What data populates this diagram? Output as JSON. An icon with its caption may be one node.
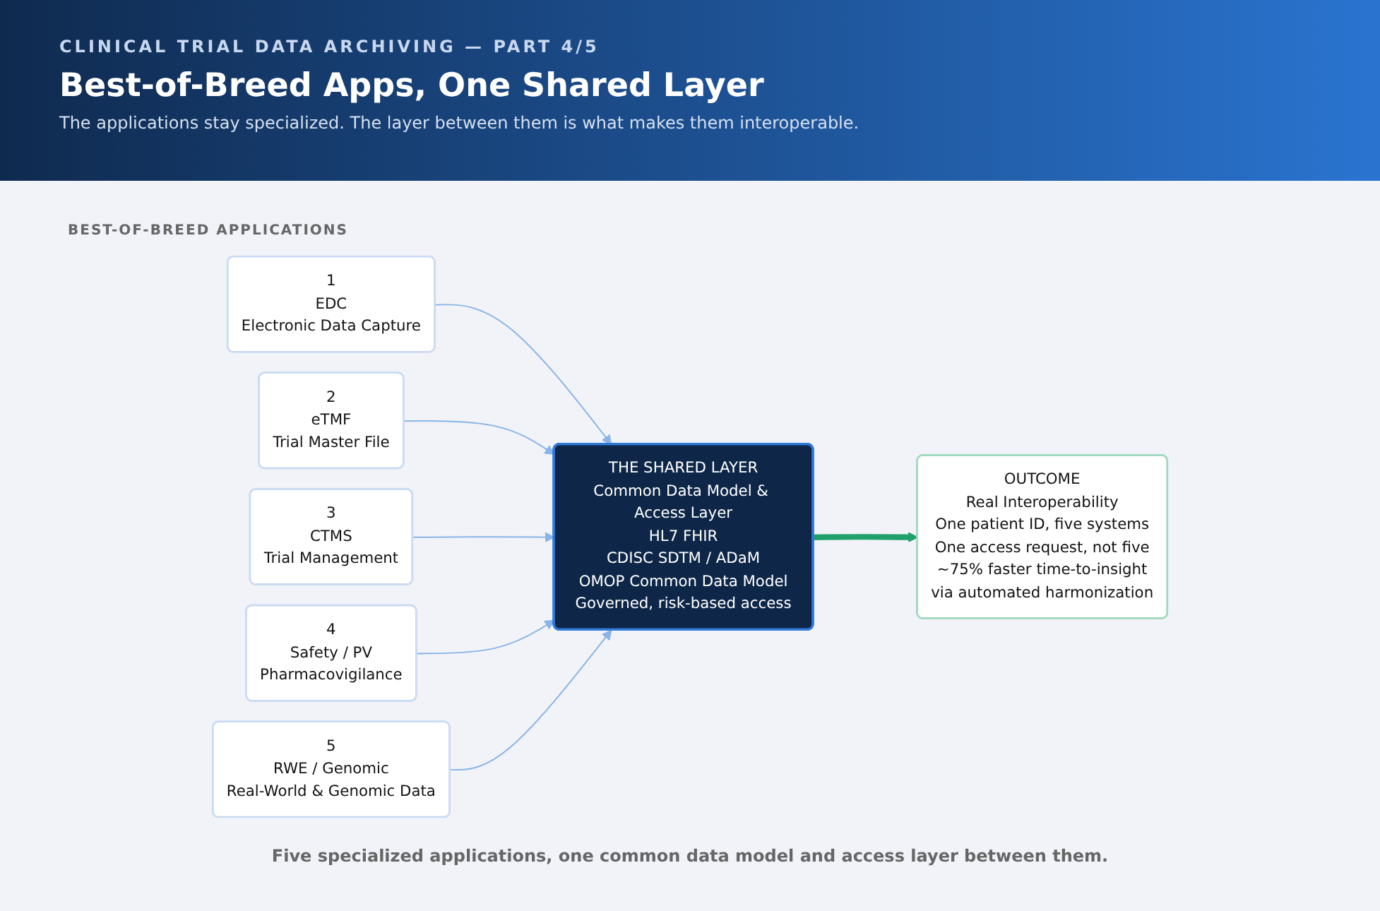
{
  "diagram": {
    "title": "Best-of-Breed Apps, One Shared Layer",
    "caption": "Five specialized applications, one common data model and access layer between them.",
    "nodes": [
      {
        "text": [
          "1",
          "EDC",
          "Electronic Data Capture"
        ]
      },
      {
        "text": [
          "2",
          "eTMF",
          "Trial Master File"
        ]
      },
      {
        "text": [
          "3",
          "CTMS",
          "Trial Management"
        ]
      },
      {
        "text": [
          "4",
          "Safety / PV",
          "Pharmacovigilance"
        ]
      },
      {
        "text": [
          "5",
          "RWE / Genomic",
          "Real-World & Genomic Data"
        ]
      },
      {
        "text": [
          "THE SHARED LAYER",
          "Common Data Model & Access Layer",
          "HL7 FHIR",
          "CDISC SDTM / ADaM",
          "OMOP Common Data Model",
          "Governed, risk-based access"
        ]
      },
      {
        "text": [
          "OUTCOME",
          "Real Interoperability",
          "One patient ID, five systems",
          "One access request, not five",
          "~75% faster time-to-insight",
          "via automated harmonization"
        ]
      }
    ],
    "edges": [
      {
        "from": 0,
        "to": 5,
        "arrow": "to"
      },
      {
        "from": 1,
        "to": 5,
        "arrow": "to"
      },
      {
        "from": 2,
        "to": 5,
        "arrow": "to"
      },
      {
        "from": 3,
        "to": 5,
        "arrow": "to"
      },
      {
        "from": 4,
        "to": 5,
        "arrow": "to"
      },
      {
        "from": 5,
        "to": 6,
        "arrow": "to",
        "style": "thick",
        "color": "#22a06b"
      }
    ],
    "labels": [
      "CLINICAL TRIAL DATA ARCHIVING — PART 4/5",
      "The applications stay specialized. The layer between them is what makes them interoperable.",
      "BEST-OF-BREED APPLICATIONS"
    ]
  }
}
